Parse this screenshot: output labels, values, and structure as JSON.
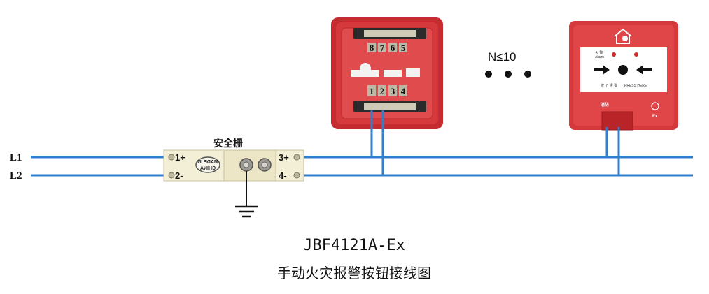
{
  "lines": {
    "l1": "L1",
    "l2": "L2"
  },
  "barrier": {
    "label": "安全栅",
    "t1": "1+",
    "t2": "2-",
    "t3": "3+",
    "t4": "4-",
    "badge_line1": "MADE IN",
    "badge_line2": "CHINA"
  },
  "base": {
    "top_terminals": [
      "8",
      "7",
      "6",
      "5"
    ],
    "bottom_terminals": [
      "1",
      "2",
      "3",
      "4"
    ]
  },
  "count_label": "N≤10",
  "alarm_button": {
    "alarm_cn": "火 警",
    "alarm_en": "Alarm",
    "press_cn": "按 下 报 警",
    "press_en": "PRESS HERE",
    "brand": "消防",
    "ex_mark": "Ex"
  },
  "caption": {
    "model": "JBF4121A-Ex",
    "title": "手动火灾报警按钮接线图"
  },
  "colors": {
    "wire": "#2f7fd0",
    "device_red": "#d6393b",
    "device_dark_red": "#a81e22",
    "barrier_body": "#f3efd6",
    "ground": "#111111"
  },
  "icons": [
    "ground-symbol-icon",
    "house-fire-icon",
    "arrow-right-icon",
    "arrow-left-icon",
    "ellipsis-dots-icon"
  ]
}
